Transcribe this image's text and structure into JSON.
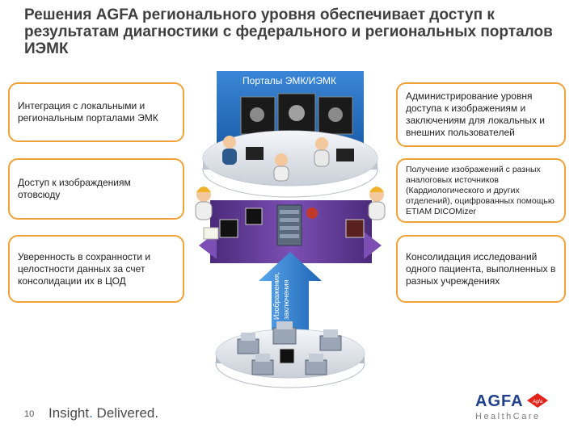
{
  "title": "Решения AGFA регионального уровня обеспечивает доступ к результатам диагностики с федерального и региональных порталов ИЭМК",
  "portal_label": "Порталы ЭМК/ИЭМК",
  "left_callouts": [
    "Интеграция с локальными и региональным порталами ЭМК",
    "Доступ к изображдениям отовсюду",
    "Уверенность в сохранности и целостности данных за счет консолидации их в ЦОД"
  ],
  "right_callouts": [
    "Администрирование уровня доступа к изображениям и заключениям для локальных и внешних пользователей",
    "Получение изображений с разных аналоговых источников (Кардиологического и других отделений), оцифрованных помощью ETIAM DICOMizer",
    "Консолидация исследований одного пациента, выполненных в разных учреждениях"
  ],
  "arrow_labels": [
    "Изображения,",
    "заключения"
  ],
  "footer": {
    "page_number": "10",
    "slogan_part1": "Insight",
    "slogan_dot": ".",
    "slogan_part2": " Delivered."
  },
  "logo": {
    "main": "AGFA",
    "sub": "HealthCare",
    "mark": "Agfa"
  },
  "colors": {
    "callout_border": "#f0a238",
    "portal_blue": "#1f66b5",
    "arrow_blue": "#2a7fd0",
    "band_purple": "#6a3d9a",
    "title_gray": "#3f3f3f"
  }
}
